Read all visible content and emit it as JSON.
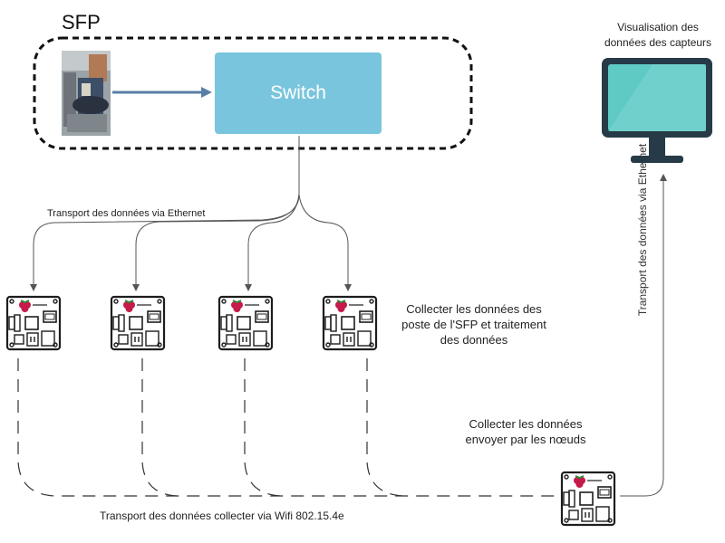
{
  "sfp": {
    "title": "SFP"
  },
  "switch": {
    "label": "Switch"
  },
  "labels": {
    "ethernet_top": "Transport des données via Ethernet",
    "collect_line1": "Collecter les données des",
    "collect_line2": "poste de l'SFP et traitement",
    "collect_line3": "des données",
    "collect2_line1": "Collecter les données",
    "collect2_line2": "envoyer par les nœuds",
    "wifi": "Transport des données collecter via Wifi 802.15.4e",
    "visu_line1": "Visualisation des",
    "visu_line2": "données des capteurs",
    "ethernet_vertical": "Transport des données via Ethernet"
  },
  "colors": {
    "switch": "#79c5dd",
    "monitor_screen": "#5fcac4",
    "monitor_frame": "#263b47",
    "arrow_photo": "#5a7fa6",
    "raspberry": "#c51a4a"
  },
  "icons": {
    "nodes": [
      "raspberry-pi-icon",
      "raspberry-pi-icon",
      "raspberry-pi-icon",
      "raspberry-pi-icon"
    ],
    "gateway": "raspberry-pi-icon",
    "monitor": "monitor-icon"
  }
}
